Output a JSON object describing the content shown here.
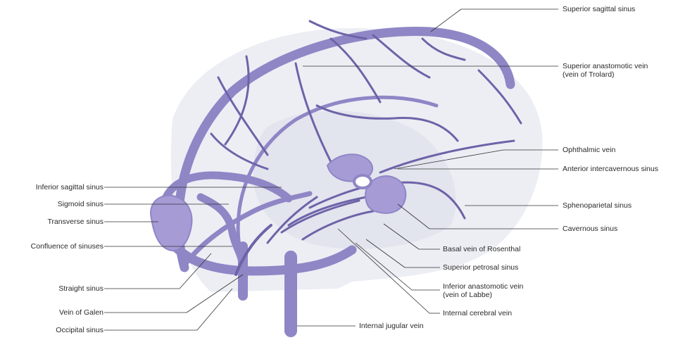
{
  "colors": {
    "vein": "#8f86c6",
    "vein_dark": "#6d63a8",
    "sinus_fill": "#a79bd6",
    "head_shadow": "#e9ebf2",
    "leader": "#333333"
  },
  "labels": {
    "superior_sagittal_sinus": "Superior sagittal sinus",
    "superior_anastomotic_vein_1": "Superior anastomotic vein",
    "superior_anastomotic_vein_2": "(vein of Trolard)",
    "ophthalmic_vein": "Ophthalmic vein",
    "anterior_intercavernous_sinus": "Anterior intercavernous sinus",
    "sphenoparietal_sinus": "Sphenoparietal sinus",
    "cavernous_sinus": "Cavernous sinus",
    "basal_vein_of_rosenthal": "Basal vein of Rosenthal",
    "superior_petrosal_sinus": "Superior petrosal sinus",
    "inferior_anastomotic_vein_1": "Inferior anastomotic vein",
    "inferior_anastomotic_vein_2": "(vein of Labbe)",
    "internal_cerebral_vein": "Internal cerebral vein",
    "internal_jugular_vein": "Internal jugular vein",
    "inferior_sagittal_sinus": "Inferior sagittal sinus",
    "sigmoid_sinus": "Sigmoid sinus",
    "transverse_sinus": "Transverse sinus",
    "confluence_of_sinuses": "Confluence of sinuses",
    "straight_sinus": "Straight sinus",
    "vein_of_galen": "Vein of Galen",
    "occipital_sinus": "Occipital sinus"
  }
}
